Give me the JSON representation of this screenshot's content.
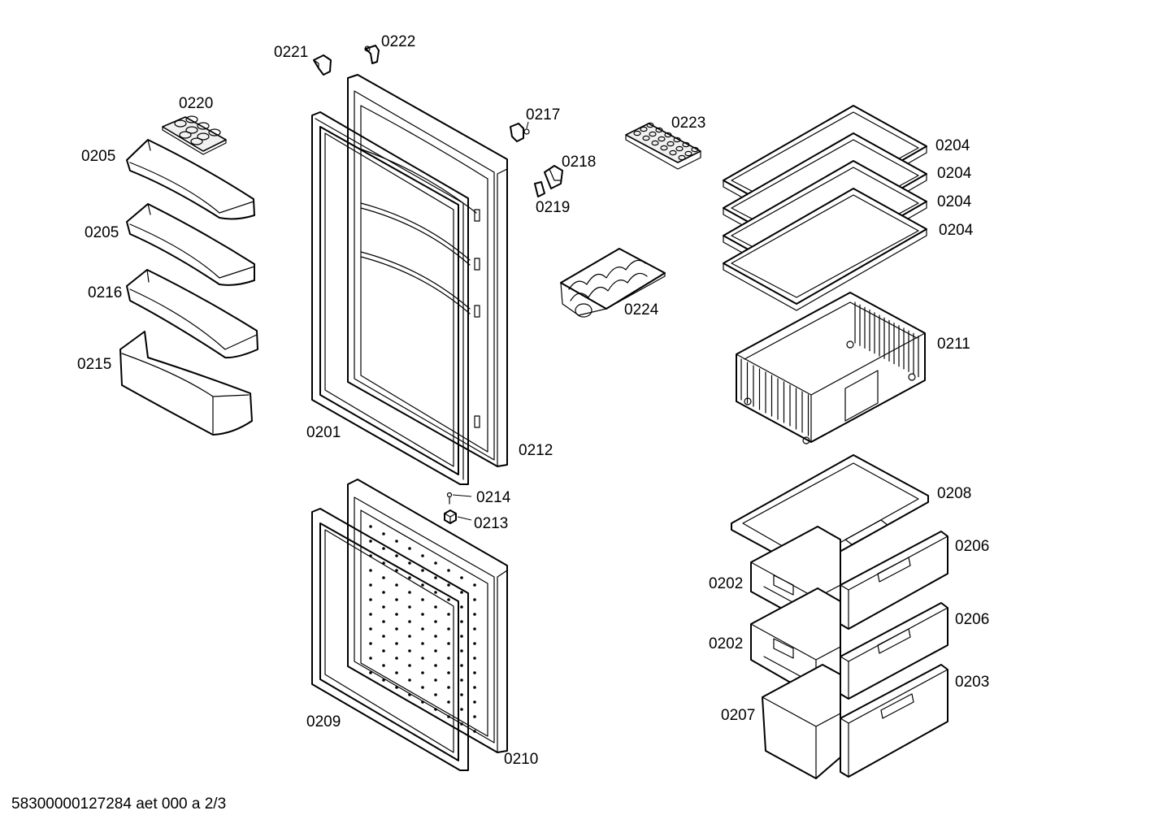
{
  "callouts": {
    "c0221": "0221",
    "c0222": "0222",
    "c0220": "0220",
    "c0217": "0217",
    "c0223": "0223",
    "c0218": "0218",
    "c0219": "0219",
    "c0224": "0224",
    "c0205a": "0205",
    "c0205b": "0205",
    "c0216": "0216",
    "c0215": "0215",
    "c0201": "0201",
    "c0212": "0212",
    "c0214": "0214",
    "c0213": "0213",
    "c0209": "0209",
    "c0210": "0210",
    "c0204a": "0204",
    "c0204b": "0204",
    "c0204c": "0204",
    "c0204d": "0204",
    "c0211": "0211",
    "c0208": "0208",
    "c0206a": "0206",
    "c0206b": "0206",
    "c0202a": "0202",
    "c0202b": "0202",
    "c0203": "0203",
    "c0207": "0207"
  },
  "footer": {
    "code": "58300000127284 aet 000 a 2/3"
  }
}
